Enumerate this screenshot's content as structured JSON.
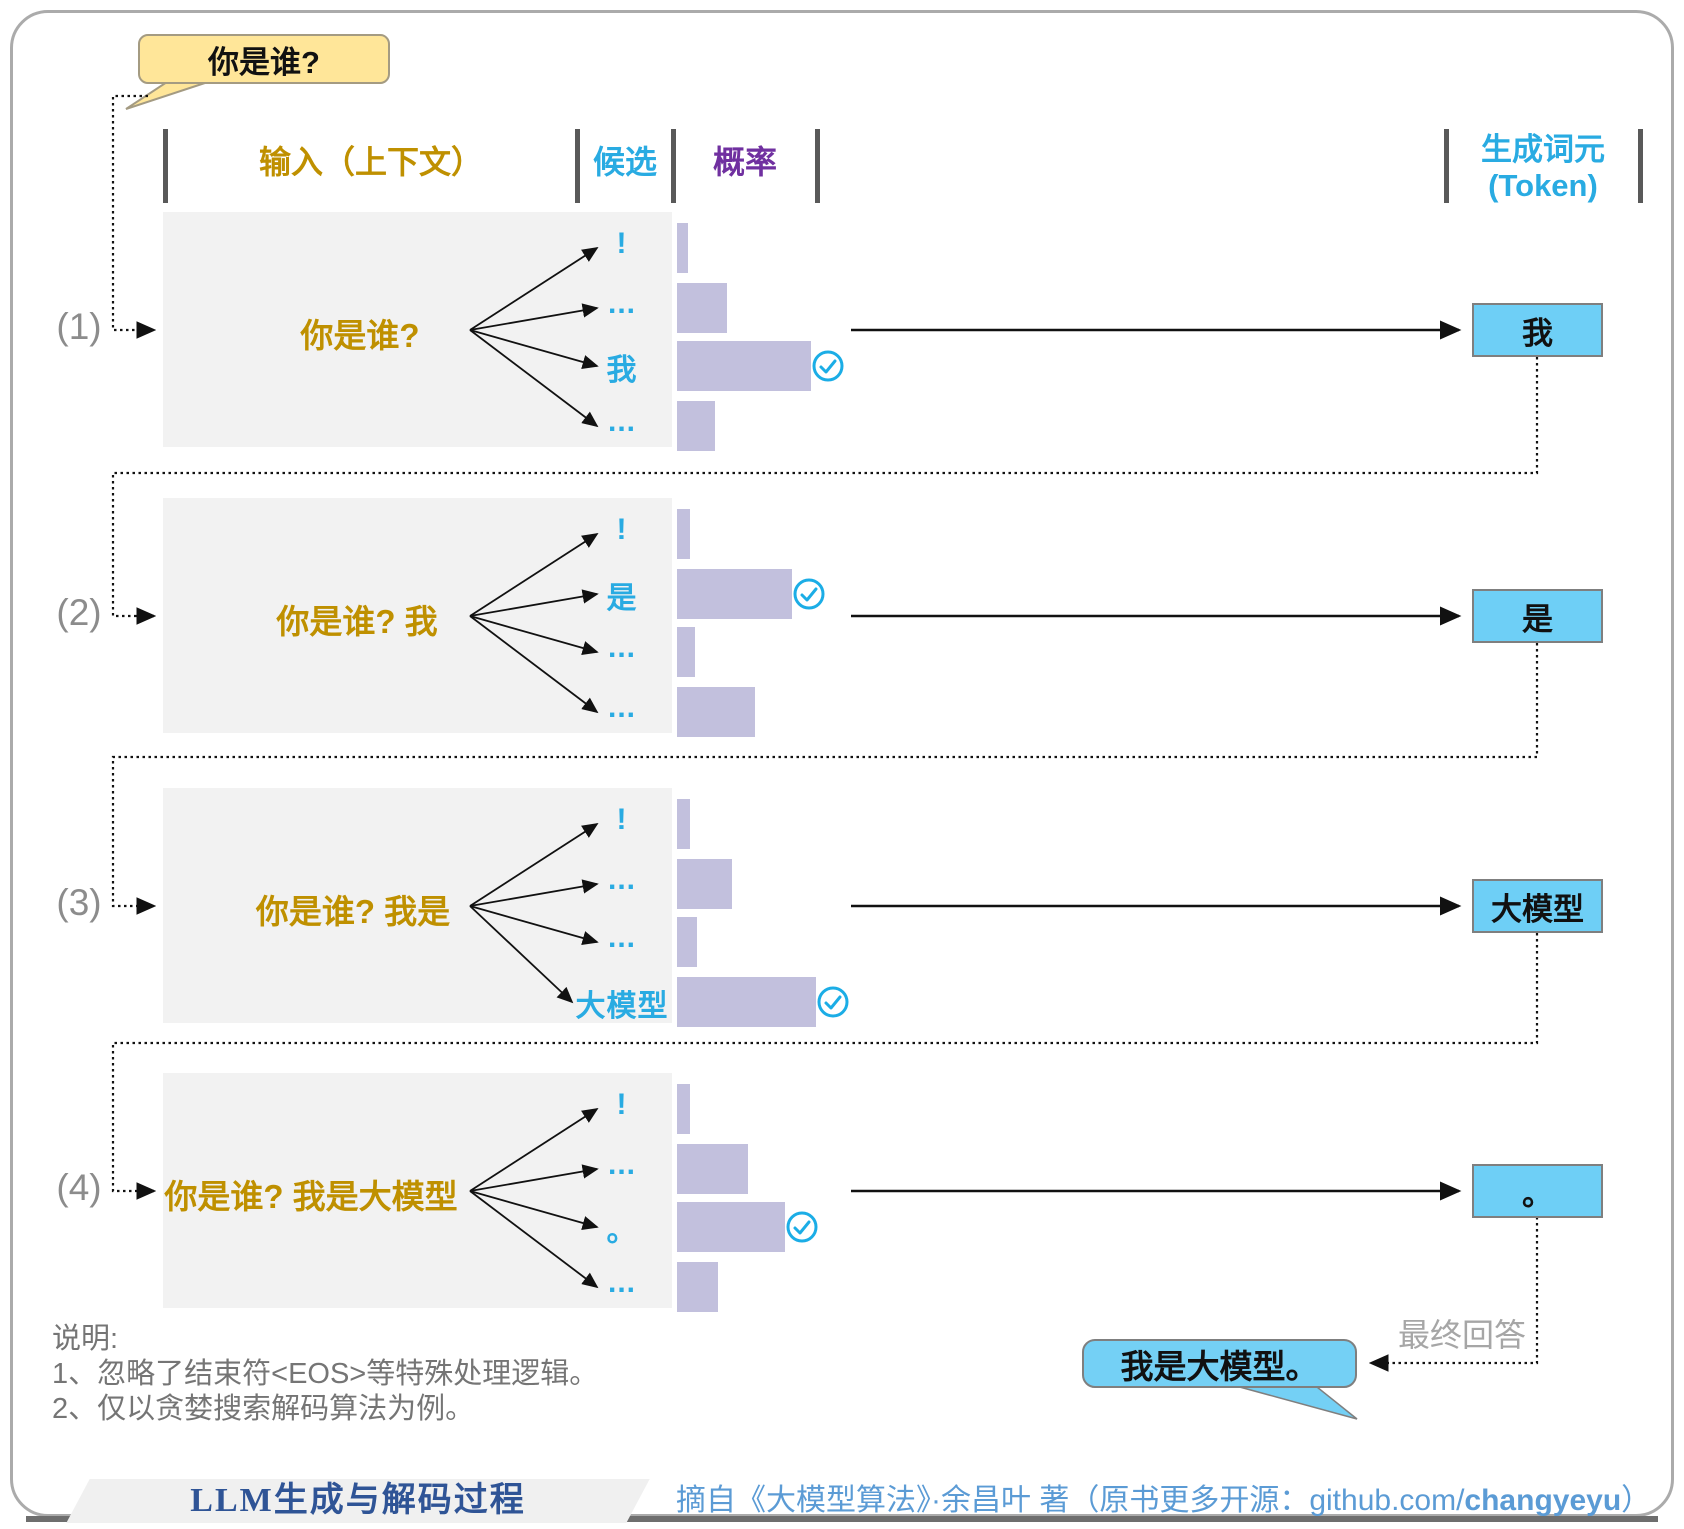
{
  "colors": {
    "input_gold": "#BF9000",
    "candidate_cyan": "#29ABE2",
    "probability_purple": "#7030A0",
    "bar_lavender": "#C2C0DD",
    "row_box_gray": "#F2F2F2",
    "token_fill_blue": "#6ECFF6",
    "answer_fill_blue": "#74D0F5",
    "prompt_fill_yellow": "#FFE699"
  },
  "prompt_bubble": {
    "text": "你是谁?"
  },
  "header": {
    "col_input": "输入（上下文）",
    "col_candidate": "候选",
    "col_probability": "概率",
    "col_token_line1": "生成词元",
    "col_token_line2": "(Token)"
  },
  "steps": [
    {
      "index": "(1)",
      "input": "你是谁?",
      "token": "我",
      "candidates": [
        {
          "label": "!",
          "prob": 0.08,
          "selected": false
        },
        {
          "label": "...",
          "prob": 0.36,
          "selected": false
        },
        {
          "label": "我",
          "prob": 0.96,
          "selected": true
        },
        {
          "label": "...",
          "prob": 0.27,
          "selected": false
        }
      ]
    },
    {
      "index": "(2)",
      "input": "你是谁? 我",
      "token": "是",
      "candidates": [
        {
          "label": "!",
          "prob": 0.09,
          "selected": false
        },
        {
          "label": "是",
          "prob": 0.82,
          "selected": true
        },
        {
          "label": "...",
          "prob": 0.13,
          "selected": false
        },
        {
          "label": "...",
          "prob": 0.56,
          "selected": false
        }
      ]
    },
    {
      "index": "(3)",
      "input": "你是谁? 我是",
      "token": "大模型",
      "candidates": [
        {
          "label": "!",
          "prob": 0.09,
          "selected": false
        },
        {
          "label": "...",
          "prob": 0.39,
          "selected": false
        },
        {
          "label": "...",
          "prob": 0.14,
          "selected": false
        },
        {
          "label": "大模型",
          "prob": 0.99,
          "selected": true
        }
      ]
    },
    {
      "index": "(4)",
      "input": "你是谁? 我是大模型",
      "token": "。",
      "candidates": [
        {
          "label": "!",
          "prob": 0.09,
          "selected": false
        },
        {
          "label": "...",
          "prob": 0.51,
          "selected": false
        },
        {
          "label": "。",
          "prob": 0.77,
          "selected": true
        },
        {
          "label": "...",
          "prob": 0.29,
          "selected": false
        }
      ]
    }
  ],
  "final_answer": {
    "label": "最终回答",
    "text": "我是大模型。"
  },
  "notes": {
    "title": "说明:",
    "items": [
      "1、忽略了结束符<EOS>等特殊处理逻辑。",
      "2、仅以贪婪搜索解码算法为例。"
    ]
  },
  "footer": {
    "title": "LLM生成与解码过程",
    "source_prefix": "摘自《大模型算法》·余昌叶 著（原书更多开源：github.com/",
    "source_bold": "changyeyu",
    "source_suffix": "）"
  }
}
